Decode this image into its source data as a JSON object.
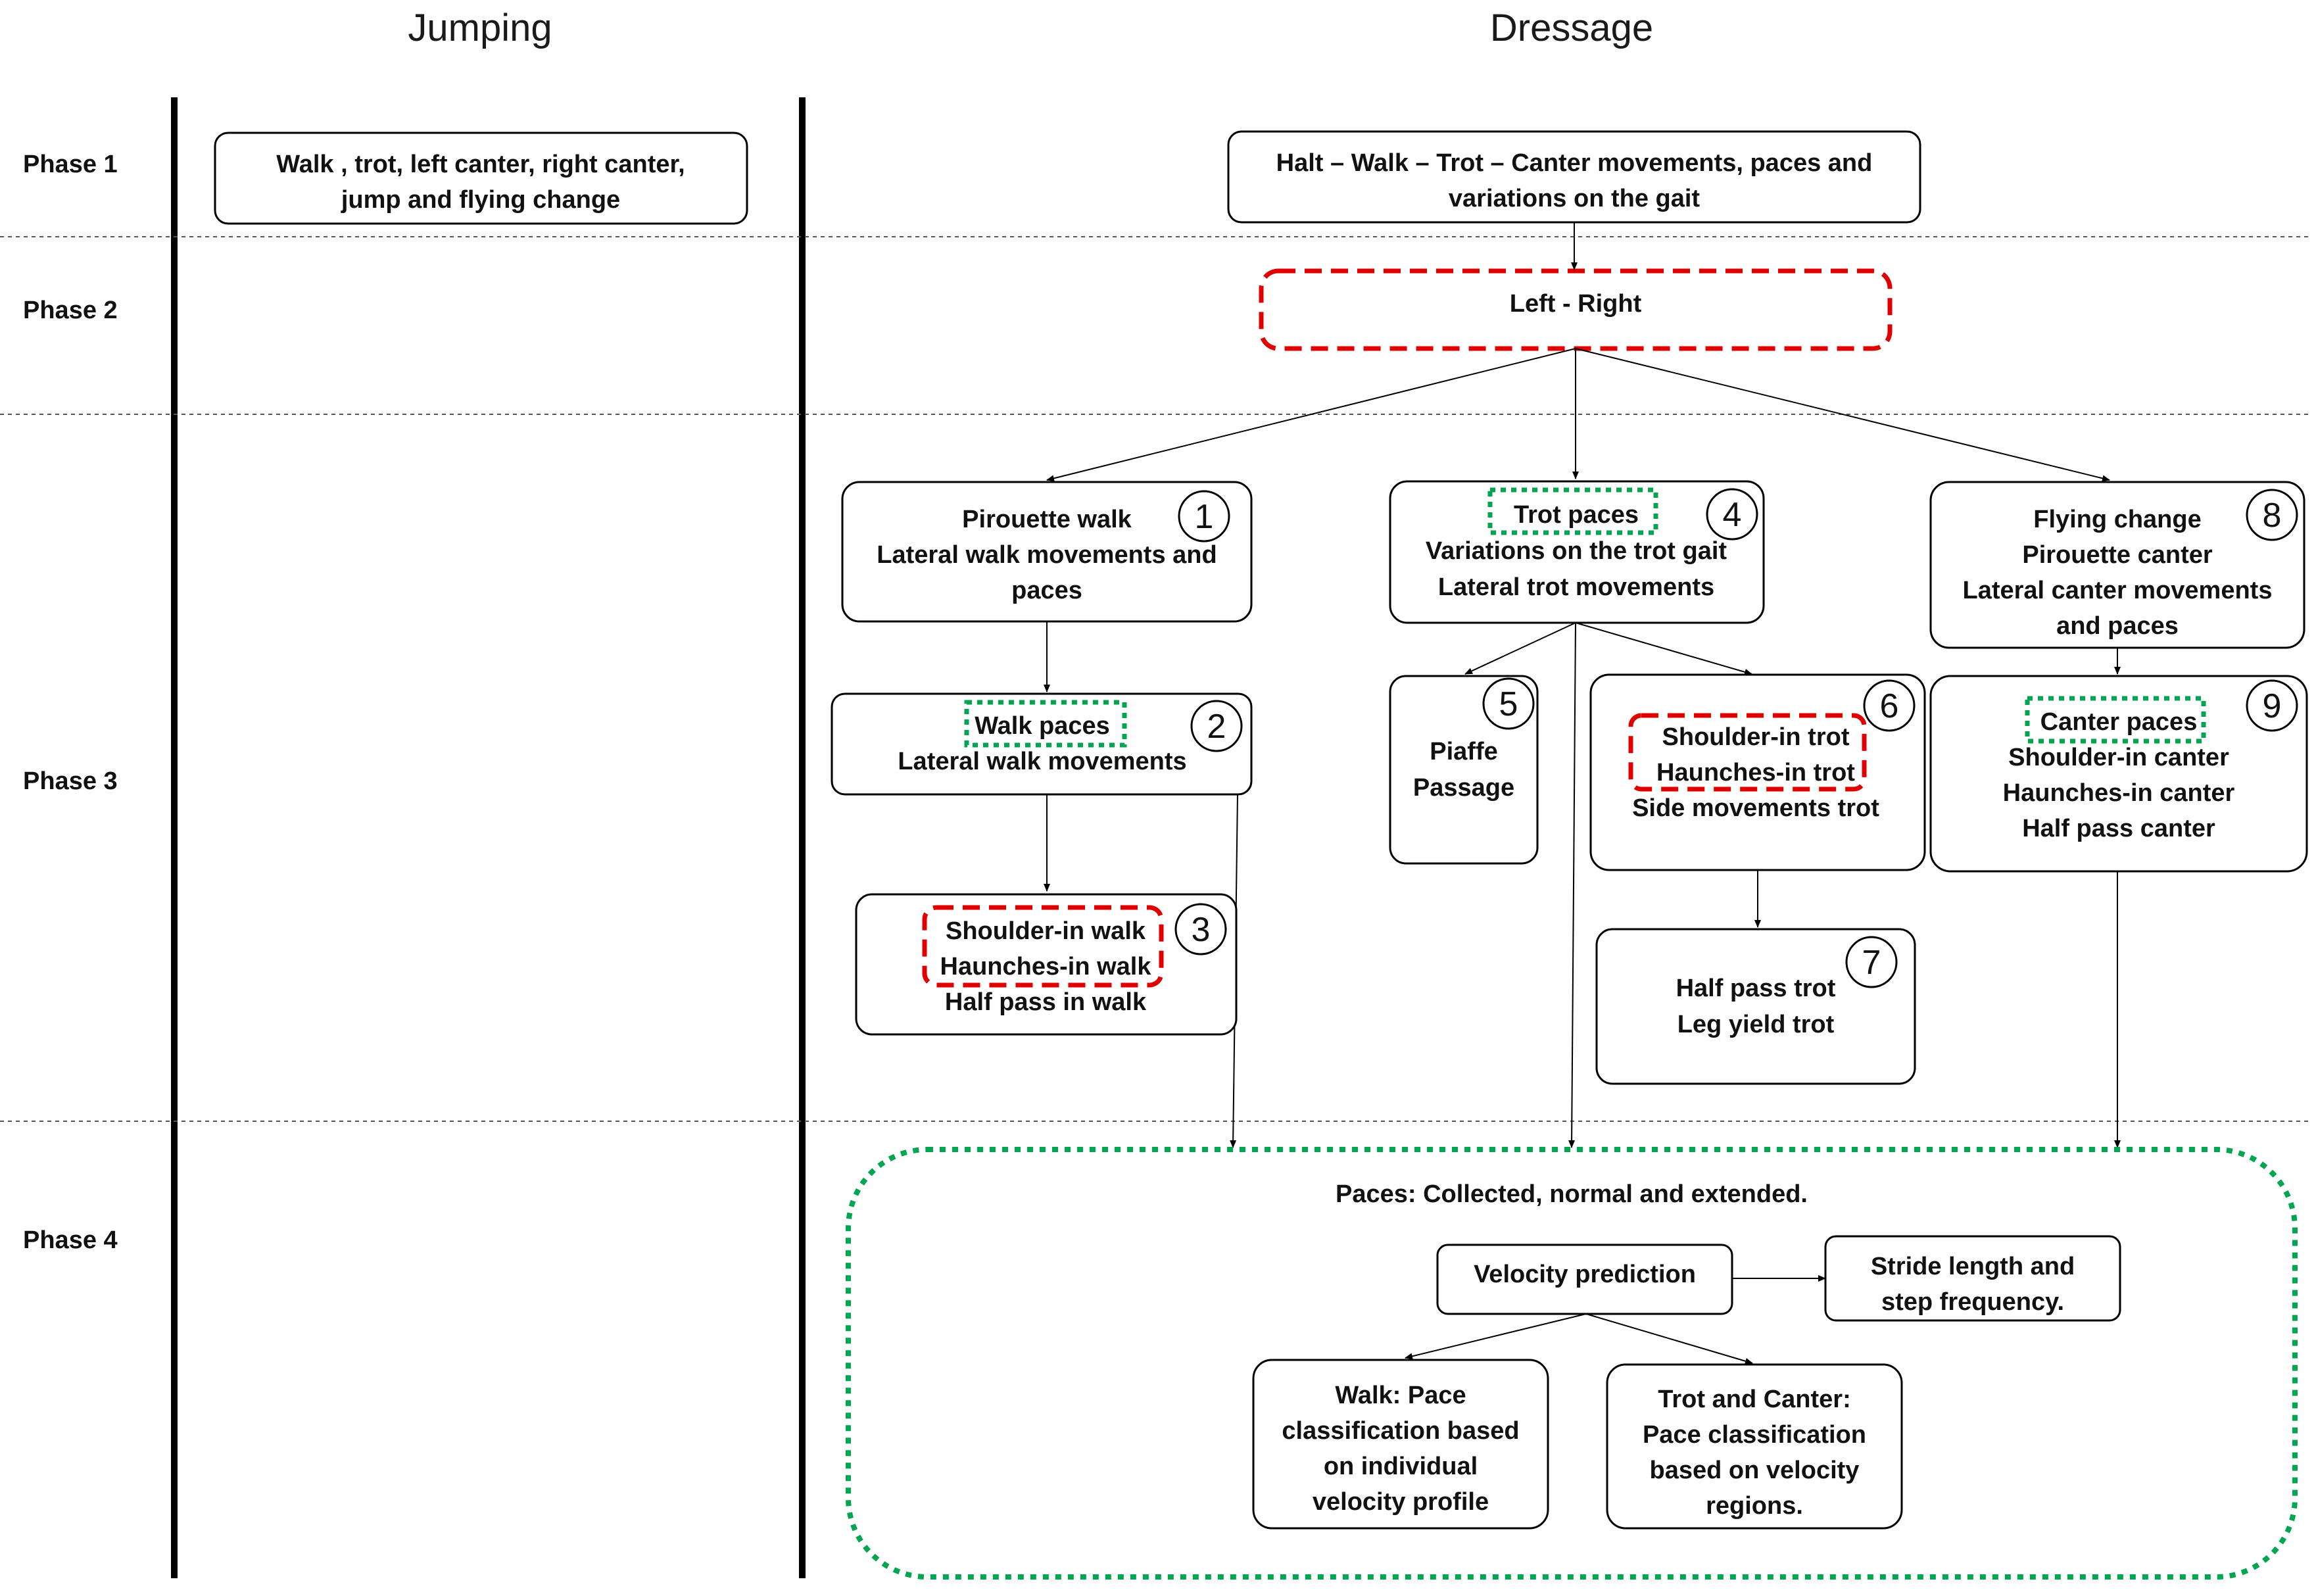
{
  "columns": {
    "jumping": "Jumping",
    "dressage": "Dressage"
  },
  "phases": {
    "p1": "Phase 1",
    "p2": "Phase 2",
    "p3": "Phase 3",
    "p4": "Phase 4"
  },
  "jumping": {
    "box": [
      "Walk , trot, left canter, right canter,",
      "jump and flying change"
    ]
  },
  "dressage": {
    "gaits": [
      "Halt – Walk  – Trot – Canter movements, paces and",
      "variations on the gait"
    ],
    "left_right": "Left - Right",
    "box1": {
      "num": "1",
      "lines": [
        "Pirouette walk",
        "Lateral walk movements and",
        "paces"
      ]
    },
    "box2": {
      "num": "2",
      "lines": [
        "Walk paces",
        "Lateral walk movements"
      ]
    },
    "box3": {
      "num": "3",
      "lines": [
        "Shoulder-in walk",
        "Haunches-in walk",
        "Half pass in walk"
      ]
    },
    "box4": {
      "num": "4",
      "lines": [
        "Trot paces",
        "Variations on the trot gait",
        "Lateral trot movements"
      ]
    },
    "box5": {
      "num": "5",
      "lines": [
        "Piaffe",
        "Passage"
      ]
    },
    "box6": {
      "num": "6",
      "lines": [
        "Shoulder-in trot",
        "Haunches-in trot",
        "Side movements trot"
      ]
    },
    "box7": {
      "num": "7",
      "lines": [
        "Half pass trot",
        "Leg yield trot"
      ]
    },
    "box8": {
      "num": "8",
      "lines": [
        "Flying change",
        "Pirouette canter",
        "Lateral canter movements",
        "and paces"
      ]
    },
    "box9": {
      "num": "9",
      "lines": [
        "Canter paces",
        "Shoulder-in canter",
        "Haunches-in canter",
        "Half pass canter"
      ]
    }
  },
  "phase4": {
    "paces": "Paces: Collected, normal and extended.",
    "velocity": "Velocity prediction",
    "stride": [
      "Stride length and",
      "step frequency."
    ],
    "walk": [
      "Walk: Pace",
      "classification based",
      "on individual",
      "velocity profile"
    ],
    "trot_canter": [
      "Trot and Canter:",
      "Pace classification",
      "based on velocity",
      "regions."
    ]
  },
  "colors": {
    "highlight_red": "#e00000",
    "highlight_green": "#00a550",
    "line": "#000000"
  }
}
